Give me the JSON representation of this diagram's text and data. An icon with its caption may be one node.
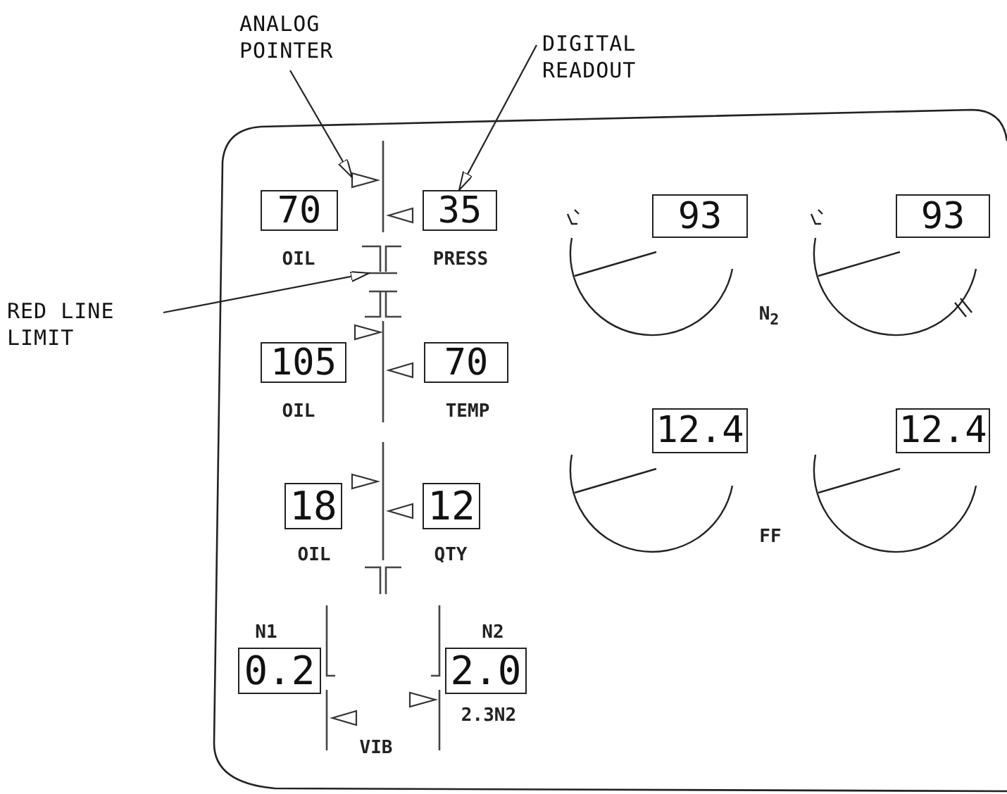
{
  "diagram": {
    "nodes": [
      {
        "text": [
          "ANALOG POINTER"
        ]
      },
      {
        "text": [
          "DIGITAL READOUT"
        ]
      },
      {
        "text": [],
        "shape": "triangle"
      },
      {
        "text": [
          "70"
        ]
      },
      {
        "text": [
          "35"
        ]
      },
      {
        "text": [
          "RED LINE LIMIT"
        ]
      },
      {
        "text": [],
        "shape": "bar"
      },
      {
        "text": [
          "105"
        ]
      },
      {
        "text": [
          "70"
        ]
      },
      {
        "text": [
          "18"
        ]
      },
      {
        "text": [
          "12"
        ]
      },
      {
        "text": [
          "0.2"
        ]
      },
      {
        "text": [
          "2.0"
        ]
      },
      {
        "text": [
          "93"
        ]
      },
      {
        "text": [
          "93"
        ]
      },
      {
        "text": [
          "12.4"
        ]
      },
      {
        "text": [
          "12.4"
        ]
      },
      {
        "text": [],
        "shape": "triangle"
      },
      {
        "text": [],
        "shape": "triangle"
      },
      {
        "text": [],
        "shape": "triangle"
      },
      {
        "text": [],
        "shape": "triangle"
      },
      {
        "text": [],
        "shape": "triangle"
      },
      {
        "text": [],
        "shape": "triangle"
      },
      {
        "text": [],
        "shape": "triangle"
      }
    ],
    "edges": [
      {
        "from": 0,
        "to": 2,
        "arrow": "to"
      },
      {
        "from": 1,
        "to": 4,
        "arrow": "to"
      },
      {
        "from": 5,
        "to": 6,
        "arrow": "to"
      }
    ],
    "labels": [
      "OIL",
      "PRESS",
      "N$_{2}$",
      "OIL",
      "TEMP",
      "FF",
      "OIL",
      "QTY",
      "N1",
      "N2",
      "2.3N2",
      "VIB"
    ]
  }
}
